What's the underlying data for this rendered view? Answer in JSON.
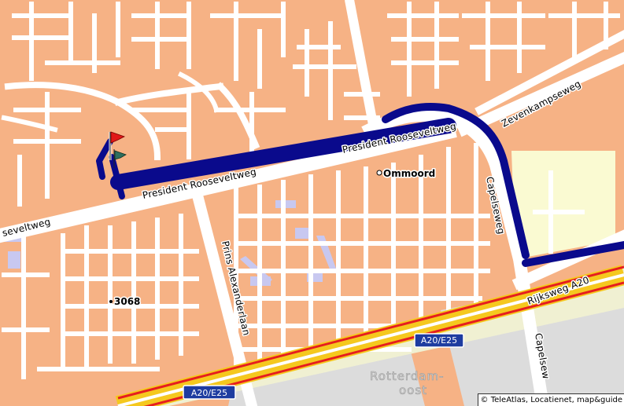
{
  "map": {
    "colors": {
      "land": "#f6b285",
      "street": "#ffffff",
      "route": "#0a0a8c",
      "park": "#fafad2",
      "water": "#c8c8f0",
      "highway_outer": "#f5c81e",
      "highway_inner": "#e61e1e",
      "highway_band": "#f0f0d2",
      "urban_grey": "#dcdcdc"
    },
    "street_labels": {
      "roosevelt_west": "seveltweg",
      "roosevelt_mid": "President Rooseveltweg",
      "roosevelt_east": "President Rooseveltweg",
      "zevenkamp": "Zevenkampseweg",
      "capelse_north": "Capelseweg",
      "capelse_south": "Capelsew",
      "prins_alexander": "Prins Alexanderlaan",
      "rijksweg": "Rijksweg A20"
    },
    "places": {
      "ommoord": "Ommoord",
      "marker_3068": "3068"
    },
    "district": {
      "line1": "Rotterdam-",
      "line2": "oost"
    },
    "shields": {
      "east": "A20/E25",
      "west": "A20/E25"
    },
    "markers": {
      "start_flag_icon": "red-flag-icon",
      "end_flag_icon": "green-flag-icon"
    },
    "copyright": "© TeleAtlas, Locatienet, map&guide"
  }
}
